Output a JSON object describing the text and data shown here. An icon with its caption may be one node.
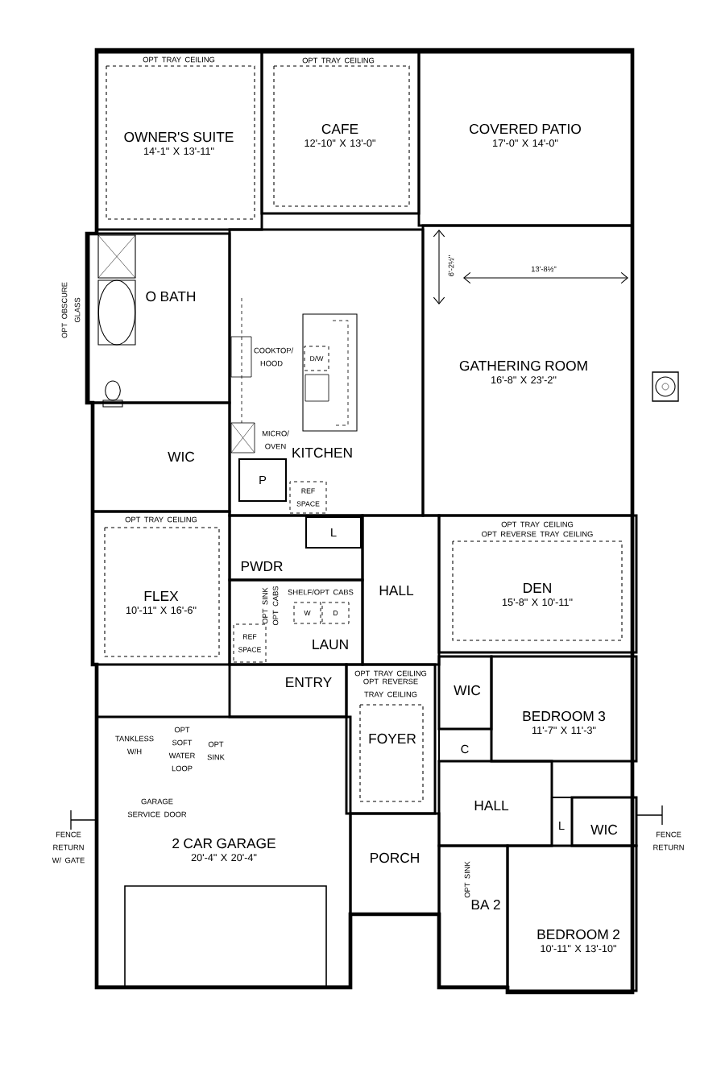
{
  "diagram": {
    "nodes": [
      {
        "text": [
          "OWNER'S SUITE",
          "14'-1\" X 13'-11\""
        ]
      },
      {
        "text": [
          "CAFE",
          "12'-10\" X 13'-0\""
        ]
      },
      {
        "text": [
          "COVERED PATIO",
          "17'-0\" X 14'-0\""
        ]
      },
      {
        "text": [
          "O BATH"
        ]
      },
      {
        "text": [
          "KITCHEN"
        ]
      },
      {
        "text": [
          "D/W"
        ],
        "in": 4
      },
      {
        "text": [
          "P"
        ],
        "in": 4
      },
      {
        "text": [
          "REF SPACE"
        ],
        "in": 4
      },
      {
        "text": [
          "GATHERING ROOM",
          "16'-8\" X 23'-2\""
        ]
      },
      {
        "text": [
          "WIC"
        ]
      },
      {
        "text": [
          "FLEX",
          "10'-11\" X 16'-6\""
        ]
      },
      {
        "text": [
          "PWDR"
        ]
      },
      {
        "text": [
          "L"
        ],
        "in": 11
      },
      {
        "text": [
          "HALL"
        ]
      },
      {
        "text": [
          "DEN",
          "15'-8\" X 10'-11\""
        ]
      },
      {
        "text": [
          "LAUN"
        ]
      },
      {
        "text": [
          "W"
        ],
        "in": 15
      },
      {
        "text": [
          "D"
        ],
        "in": 15
      },
      {
        "text": [
          "REF SPACE"
        ],
        "in": 15
      },
      {
        "text": [
          "ENTRY"
        ]
      },
      {
        "text": [
          "FOYER"
        ]
      },
      {
        "text": [
          "WIC"
        ]
      },
      {
        "text": [
          "BEDROOM 3",
          "11'-7\" X 11'-3\""
        ]
      },
      {
        "text": [
          "C"
        ]
      },
      {
        "text": [
          "2 CAR GARAGE",
          "20'-4\" X 20'-4\""
        ]
      },
      {
        "text": [
          "HALL"
        ]
      },
      {
        "text": [
          "L"
        ]
      },
      {
        "text": [
          "WIC"
        ]
      },
      {
        "text": [
          "PORCH"
        ]
      },
      {
        "text": [
          "BA 2"
        ]
      },
      {
        "text": [
          "BEDROOM 2",
          "10'-11\" X 13'-10\""
        ]
      }
    ],
    "labels": [
      "OPT TRAY CEILING",
      "OPT TRAY CEILING",
      "OPT OBSCURE GLASS",
      "COOKTOP/ HOOD",
      "MICRO/ OVEN",
      "6'-2½\"",
      "13'-8½\"",
      "OPT TRAY CEILING",
      "OPT TRAY CEILING",
      "OPT REVERSE TRAY CEILING",
      "SHELF/OPT CABS",
      "OPT SINK",
      "OPT CABS",
      "OPT TRAY CEILING",
      "OPT REVERSE TRAY CEILING",
      "TANKLESS W/H",
      "OPT SOFT WATER LOOP",
      "OPT SINK",
      "GARAGE SERVICE DOOR",
      "FENCE RETURN W/ GATE",
      "FENCE RETURN",
      "OPT SINK"
    ]
  }
}
